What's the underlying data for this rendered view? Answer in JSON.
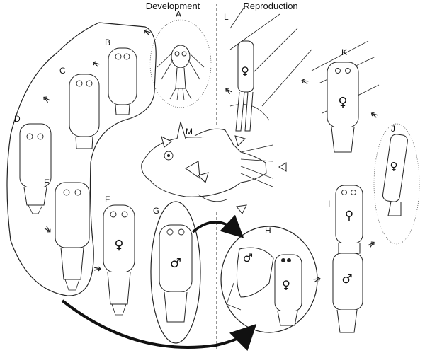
{
  "titles": {
    "development": "Development",
    "reproduction": "Reproduction"
  },
  "labels": {
    "a": "A",
    "b": "B",
    "c": "C",
    "d": "D",
    "e": "E",
    "f": "F",
    "g": "G",
    "h": "H",
    "i": "I",
    "j": "J",
    "k": "K",
    "l": "L",
    "m": "M"
  },
  "symbols": {
    "female": "♀",
    "male": "♂"
  },
  "colors": {
    "ink": "#111111",
    "background": "#ffffff"
  }
}
